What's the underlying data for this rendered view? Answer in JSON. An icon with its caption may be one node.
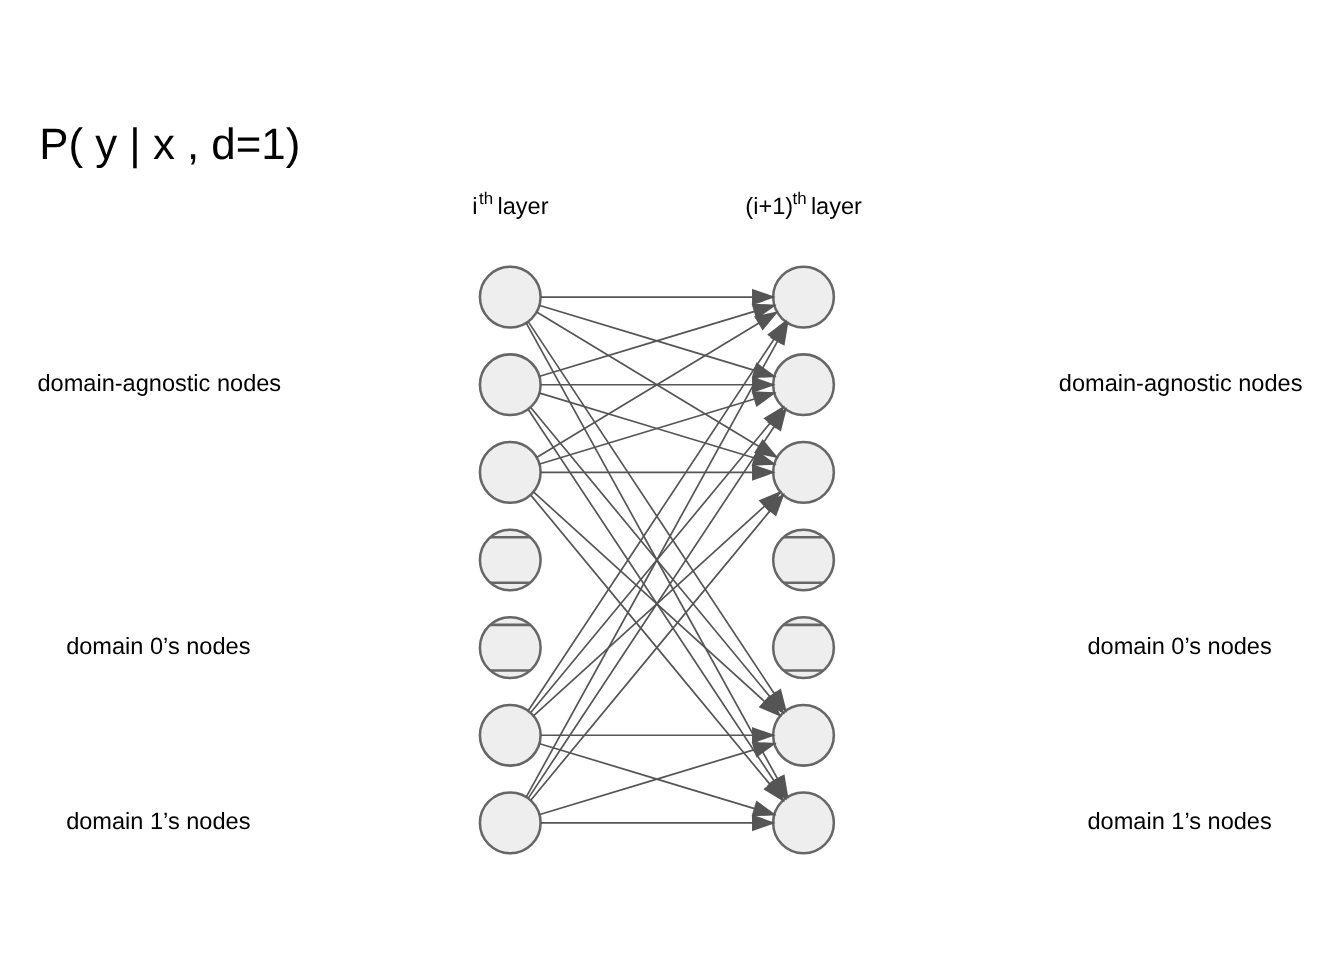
{
  "diagram": {
    "title": "P( y | x , d=1)",
    "nodes": [
      {
        "text": [],
        "shape": "circle"
      },
      {
        "text": [],
        "shape": "circle"
      },
      {
        "text": [],
        "shape": "circle"
      },
      {
        "text": [],
        "shape": "crossed-circle"
      },
      {
        "text": [],
        "shape": "crossed-circle"
      },
      {
        "text": [],
        "shape": "circle"
      },
      {
        "text": [],
        "shape": "circle"
      },
      {
        "text": [],
        "shape": "circle"
      },
      {
        "text": [],
        "shape": "circle"
      },
      {
        "text": [],
        "shape": "circle"
      },
      {
        "text": [],
        "shape": "crossed-circle"
      },
      {
        "text": [],
        "shape": "crossed-circle"
      },
      {
        "text": [],
        "shape": "circle"
      },
      {
        "text": [],
        "shape": "circle"
      }
    ],
    "edges": [
      {
        "from": 0,
        "to": 7,
        "arrow": "to"
      },
      {
        "from": 0,
        "to": 8,
        "arrow": "to"
      },
      {
        "from": 0,
        "to": 9,
        "arrow": "to"
      },
      {
        "from": 0,
        "to": 12,
        "arrow": "to"
      },
      {
        "from": 0,
        "to": 13,
        "arrow": "to"
      },
      {
        "from": 1,
        "to": 7,
        "arrow": "to"
      },
      {
        "from": 1,
        "to": 8,
        "arrow": "to"
      },
      {
        "from": 1,
        "to": 9,
        "arrow": "to"
      },
      {
        "from": 1,
        "to": 12,
        "arrow": "to"
      },
      {
        "from": 1,
        "to": 13,
        "arrow": "to"
      },
      {
        "from": 2,
        "to": 7,
        "arrow": "to"
      },
      {
        "from": 2,
        "to": 8,
        "arrow": "to"
      },
      {
        "from": 2,
        "to": 9,
        "arrow": "to"
      },
      {
        "from": 2,
        "to": 12,
        "arrow": "to"
      },
      {
        "from": 2,
        "to": 13,
        "arrow": "to"
      },
      {
        "from": 5,
        "to": 7,
        "arrow": "to"
      },
      {
        "from": 5,
        "to": 8,
        "arrow": "to"
      },
      {
        "from": 5,
        "to": 9,
        "arrow": "to"
      },
      {
        "from": 5,
        "to": 12,
        "arrow": "to"
      },
      {
        "from": 5,
        "to": 13,
        "arrow": "to"
      },
      {
        "from": 6,
        "to": 7,
        "arrow": "to"
      },
      {
        "from": 6,
        "to": 8,
        "arrow": "to"
      },
      {
        "from": 6,
        "to": 9,
        "arrow": "to"
      },
      {
        "from": 6,
        "to": 12,
        "arrow": "to"
      },
      {
        "from": 6,
        "to": 13,
        "arrow": "to"
      }
    ],
    "labels": [
      "i$^{th}$ layer",
      "(i+1)$^{th}$ layer",
      "domain-agnostic nodes",
      "domain-agnostic nodes",
      "domain 0’s nodes",
      "domain 0’s nodes",
      "domain 1’s nodes",
      "domain 1’s nodes"
    ]
  }
}
